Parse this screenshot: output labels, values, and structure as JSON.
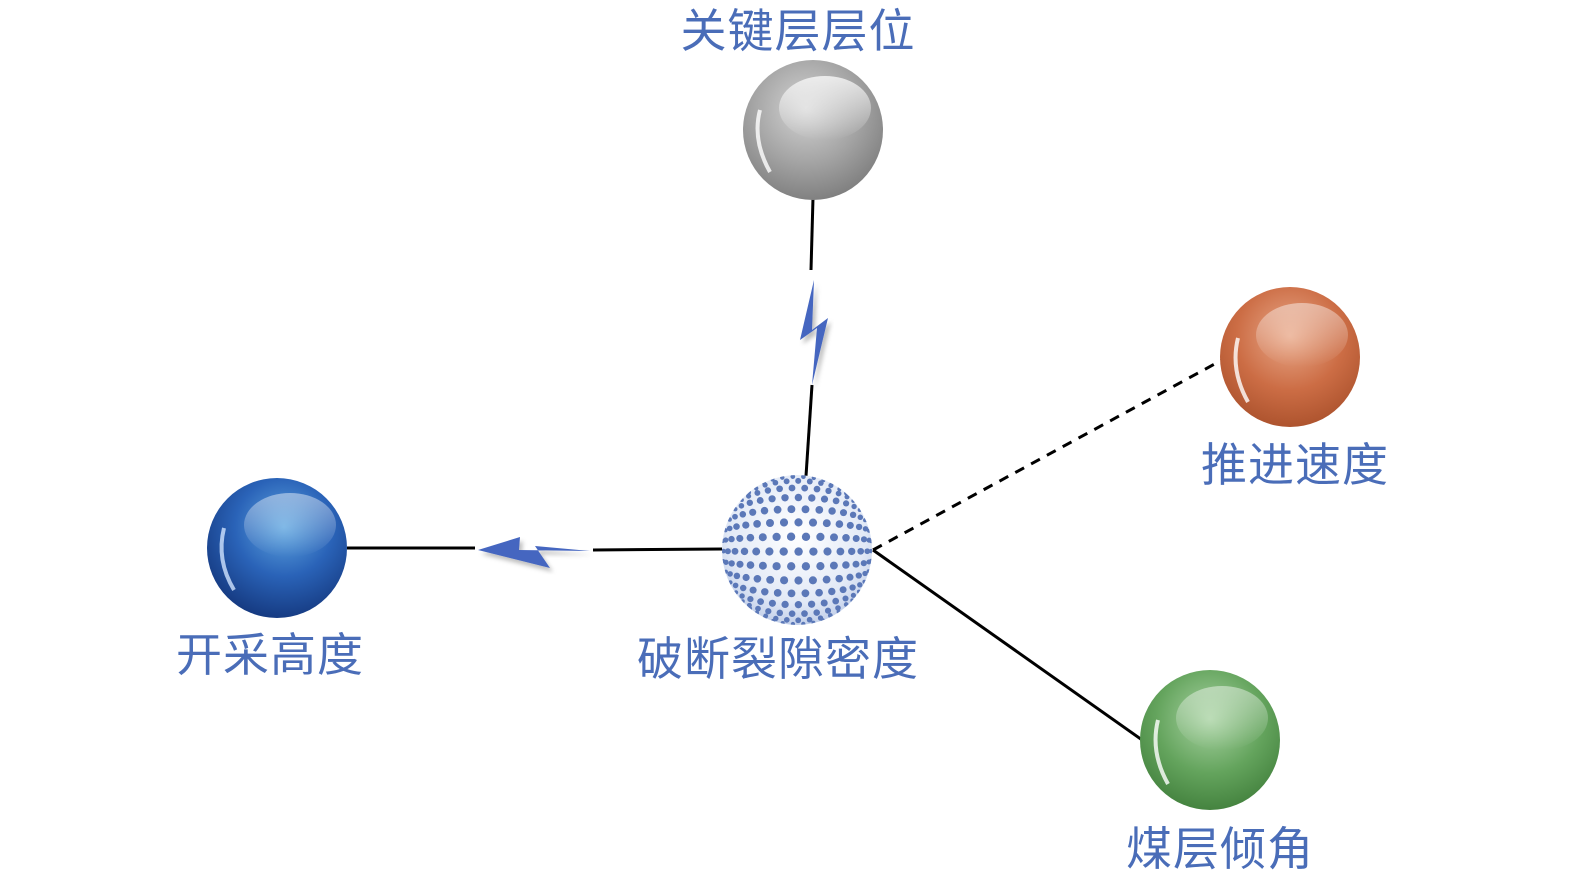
{
  "diagram": {
    "center": {
      "id": "fracture-density",
      "label": "破断裂隙密度",
      "style": "dotted-sphere",
      "color": "#5b78b8"
    },
    "factors": [
      {
        "id": "key-stratum-position",
        "label": "关键层层位",
        "color": "#9a9a9a",
        "connection": "solid-with-lightning"
      },
      {
        "id": "mining-height",
        "label": "开采高度",
        "color": "#1f56a8",
        "connection": "solid-with-lightning"
      },
      {
        "id": "advance-speed",
        "label": "推进速度",
        "color": "#c8653a",
        "connection": "dashed"
      },
      {
        "id": "seam-dip-angle",
        "label": "煤层倾角",
        "color": "#5a9a55",
        "connection": "solid"
      }
    ],
    "text_color": "#4a6db8",
    "lightning_color": "#4566c0",
    "line_color": "#000000"
  }
}
